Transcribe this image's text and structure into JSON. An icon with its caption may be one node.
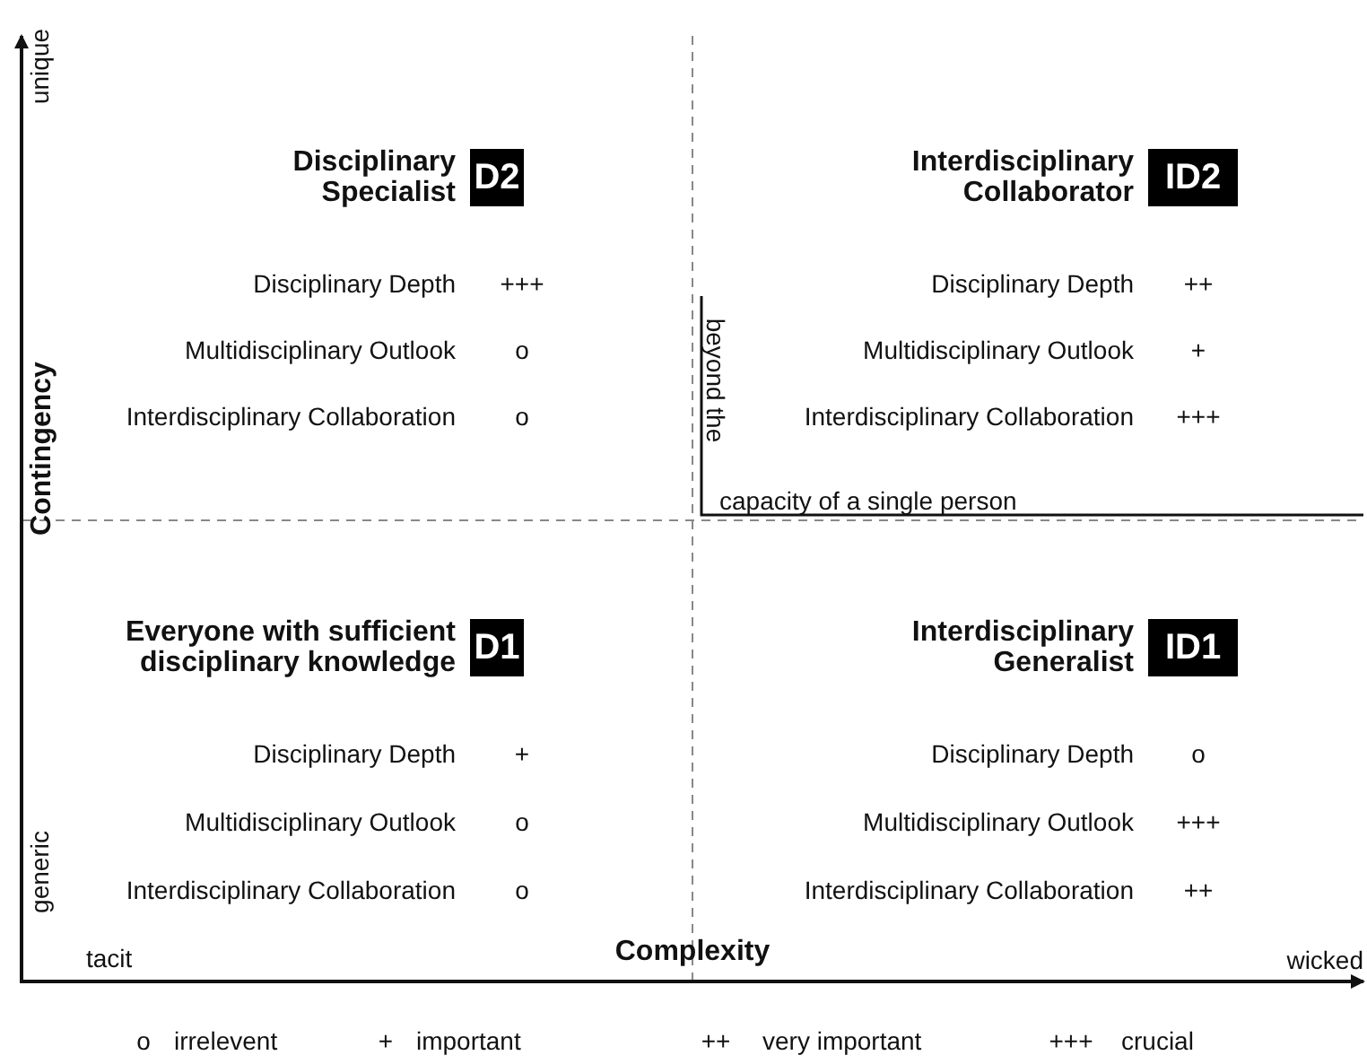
{
  "diagram": {
    "nodes": [
      {
        "text": [
          "D2"
        ],
        "beside": [
          "Disciplinary Specialist"
        ]
      },
      {
        "text": [
          "ID2"
        ],
        "beside": [
          "Interdisciplinary Collaborator"
        ]
      },
      {
        "text": [
          "D1"
        ],
        "beside": [
          "Everyone with sufficient disciplinary knowledge"
        ]
      },
      {
        "text": [
          "ID1"
        ],
        "beside": [
          "Interdisciplinary Generalist"
        ]
      }
    ],
    "labels": [
      "unique",
      "Disciplinary Depth",
      "+++",
      "Multidisciplinary Outlook",
      "o",
      "Interdisciplinary Collaboration",
      "o",
      "Disciplinary Depth",
      "++",
      "Multidisciplinary Outlook",
      "+",
      "Interdisciplinary Collaboration",
      "+++",
      "Contingency",
      "beyond the",
      "capacity of a single person",
      "Disciplinary Depth",
      "+",
      "Multidisciplinary Outlook",
      "o",
      "Interdisciplinary Collaboration",
      "o",
      "Disciplinary Depth",
      "o",
      "Multidisciplinary Outlook",
      "+++",
      "Interdisciplinary Collaboration",
      "++",
      "generic",
      "tacit",
      "Complexity",
      "wicked",
      "o",
      "irrelevent",
      "+",
      "important",
      "++",
      "very important",
      "+++",
      "crucial"
    ]
  }
}
